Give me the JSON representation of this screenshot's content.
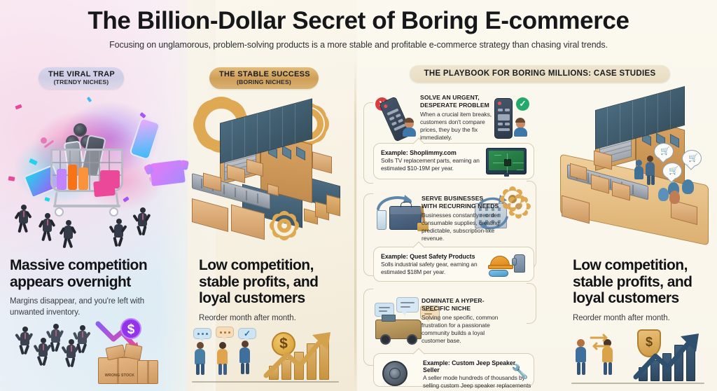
{
  "header": {
    "title": "The Billion-Dollar Secret of Boring E-commerce",
    "subtitle": "Focusing on unglamorous, problem-solving products is a more stable and profitable e-commerce strategy than chasing viral trends."
  },
  "badges": {
    "viral": {
      "main": "THE VIRAL TRAP",
      "sub": "(TRENDY NICHES)",
      "color": "#cfcde6"
    },
    "stable": {
      "main": "THE STABLE SUCCESS",
      "sub": "(BORING NICHES)",
      "color": "#cf9f58"
    },
    "playbook": {
      "main": "THE PLAYBOOK FOR BORING MILLIONS: CASE STUDIES",
      "color": "#e7dcc2"
    }
  },
  "panels": {
    "viral": {
      "heading": "Massive competition appears overnight",
      "subtext": "Margins disappear, and you're left with unwanted inventory.",
      "box_label": "WRONG STOCK",
      "dollar_symbol": "$"
    },
    "stable": {
      "heading": "Low competition, stable profits, and loyal customers",
      "subtext": "Reorder month after month.",
      "dollar_symbol": "$",
      "check_symbol": "✓"
    },
    "right": {
      "heading": "Low competition, stable profits, and loyal customers",
      "subtext": "Reorder month after month.",
      "dollar_symbol": "$"
    }
  },
  "cases": [
    {
      "mark_bad": "✕",
      "mark_good": "✓",
      "heading": "SOLVE AN URGENT, DESPERATE PROBLEM",
      "body": "When a crucial item breaks, customers don't compare prices, they buy the fix immediately.",
      "example_title": "Example: Shoplimmy.com",
      "example_text": "Solls TV replacement parts, earning an estimated $10-19M per year."
    },
    {
      "heading": "SERVE BUSINESSES WITH RECURRING NEEDS",
      "body": "Businesses constantly reorder consumable supplies, creating predictable, subscription-like revenue.",
      "example_title": "Example: Quest Safety Products",
      "example_text": "Solls industrial safety gear, earning an estimated $18M per year."
    },
    {
      "heading": "DOMINATE A HYPER-SPECIFIC NICHE",
      "body": "Solving one specific, common frustration for a passionate community builds a loyal customer base.",
      "example_title": "Example: Custom Jeep Speaker Seller",
      "example_text": "A seller mode hundreds of thousands by selling custom Jeep speaker replacements on forums."
    }
  ],
  "colors": {
    "background": "#faf6ec",
    "ink": "#16171a",
    "gold": "#cf9a45",
    "blue": "#3b5668",
    "red": "#dc3c3c",
    "green": "#22a96b",
    "purple": "#9333ea"
  }
}
